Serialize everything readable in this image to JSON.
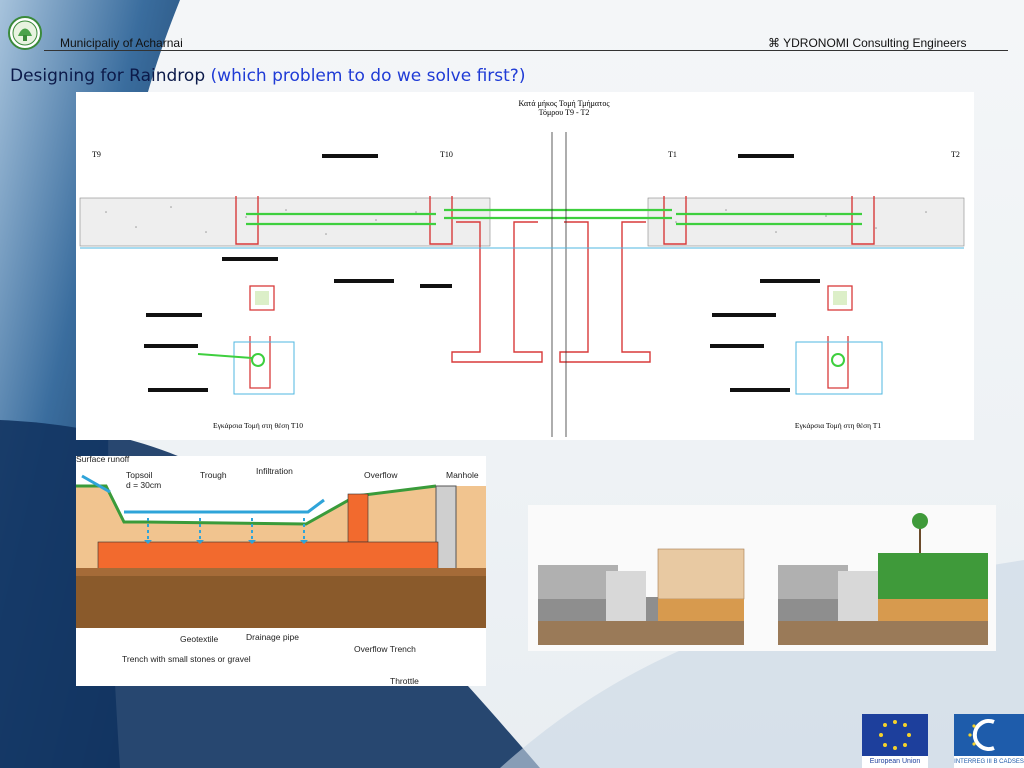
{
  "header": {
    "left_text": "Municipaliy of Acharnai",
    "right_text": "⌘ YDRONOMI Consulting Engineers"
  },
  "slide": {
    "title_main": "Designing for Raindrop",
    "title_accent": "(which problem to do we solve first?)"
  },
  "cad_drawing": {
    "heading_line1": "Κατά μήκος Τομή Τμήματος",
    "heading_line2": "Τόμρου Τ9 - Τ2",
    "labels": [
      "T9",
      "T10",
      "T1",
      "T2"
    ],
    "caption_left": "Εγκάρσια Τομή στη θέση Τ10",
    "caption_right": "Εγκάρσια Τομή στη θέση Τ1"
  },
  "section_diagram": {
    "labels": {
      "surface_runoff": "Surface runoff",
      "topsoil": "Topsoil",
      "topsoil_depth": "d = 30cm",
      "trough": "Trough",
      "infiltration": "Infiltration",
      "overflow": "Overflow",
      "manhole": "Manhole",
      "geotextile": "Geotextile",
      "drainage_pipe": "Drainage pipe",
      "trench": "Trench with small stones or gravel",
      "overflow_trench": "Overflow Trench",
      "throttle": "Throttle"
    }
  },
  "logos": {
    "eu_label": "European Union",
    "interreg_label": "INTERREG III B CADSES"
  },
  "colors": {
    "title_text": "#0c1a4a",
    "title_accent": "#1f3bd6",
    "pipe_green": "#3ecf3e",
    "structure_red": "#d83a3a",
    "topsoil": "#f1c48f",
    "trench_orange": "#f26a2e",
    "soil_brown": "#8a5a2b",
    "water_blue": "#2fa4d9"
  }
}
